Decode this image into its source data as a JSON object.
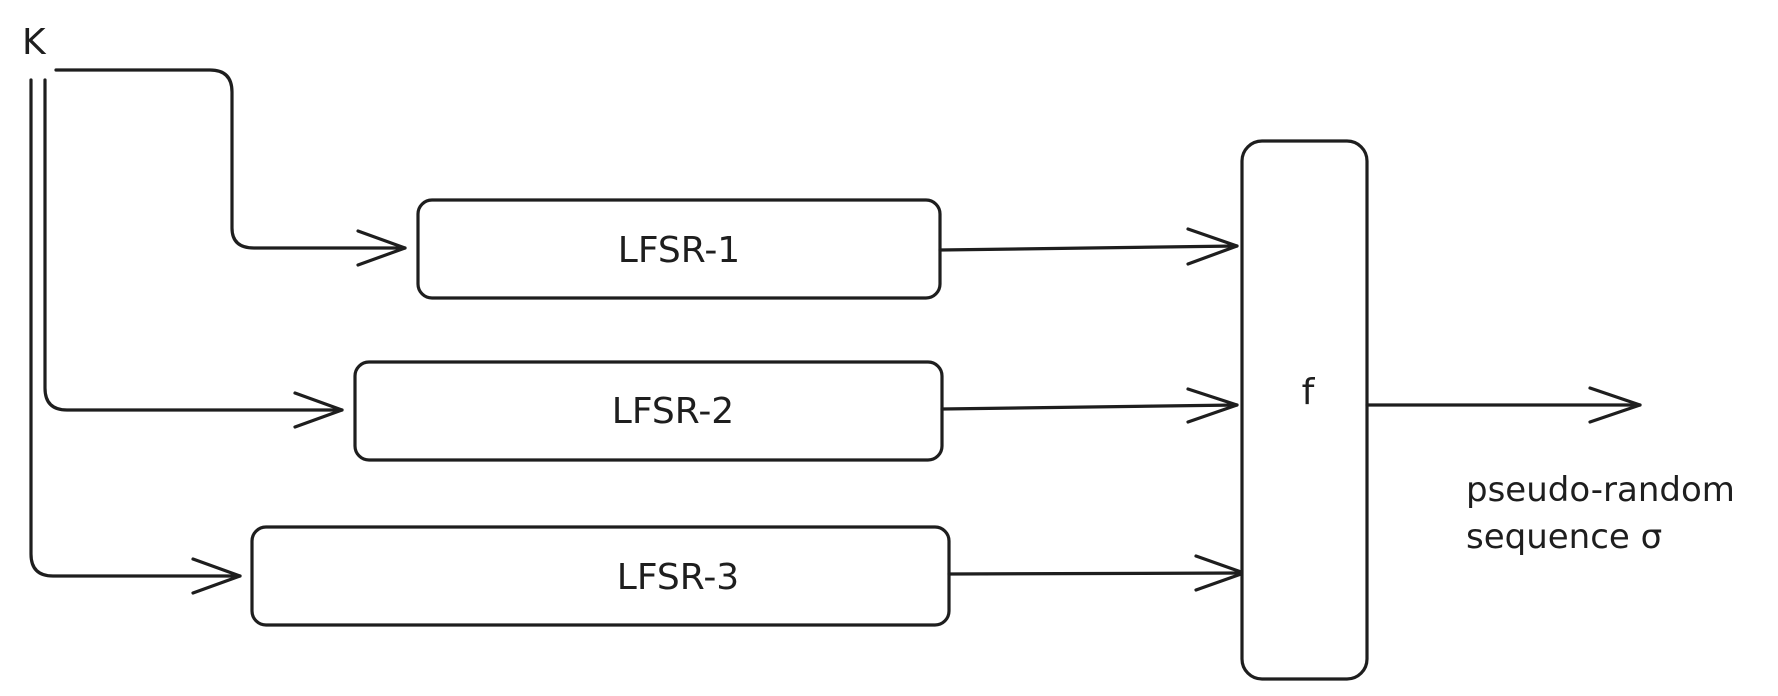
{
  "key_label": "K",
  "registers": [
    {
      "label": "LFSR-1"
    },
    {
      "label": "LFSR-2"
    },
    {
      "label": "LFSR-3"
    }
  ],
  "combiner_label": "f",
  "output": {
    "line1": "pseudo-random",
    "line2": "sequence σ"
  }
}
